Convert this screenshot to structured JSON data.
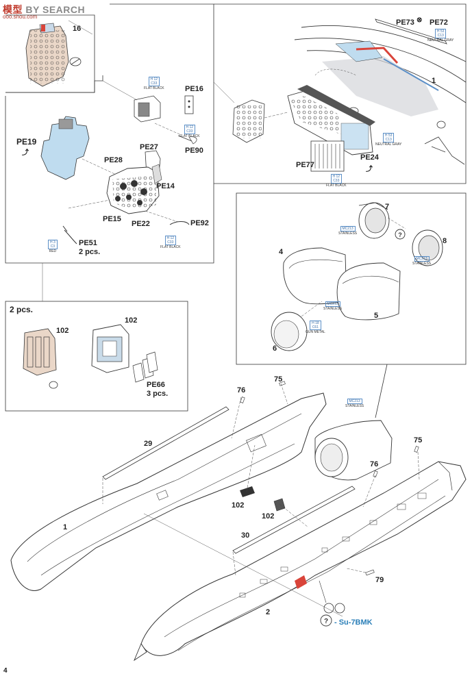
{
  "watermark": {
    "cn": "模型",
    "en": "BY SEARCH",
    "url": "ooo.shou.com"
  },
  "page_number": "4",
  "colors": {
    "photo_etch_blue": "#bfdcef",
    "highlight_red": "#d9443a",
    "paint_code_blue": "#3a6ea8",
    "gray_shade": "#d4d6da"
  },
  "labels": {
    "p16": "16",
    "pe73": "PE73",
    "pe72": "PE72",
    "p1_top": "1",
    "pe16": "PE16",
    "pe19": "PE19",
    "pe90": "PE90",
    "pe27": "PE27",
    "pe28": "PE28",
    "pe14": "PE14",
    "pe15": "PE15",
    "pe22": "PE22",
    "pe92": "PE92",
    "pe51": "PE51",
    "pe51_qty": "2 pcs.",
    "pe77": "PE77",
    "pe24": "PE24",
    "p7": "7",
    "p8": "8",
    "p4": "4",
    "p5": "5",
    "p6": "6",
    "two_pcs": "2 pcs.",
    "p102_a": "102",
    "p102_b": "102",
    "pe66": "PE66",
    "pe66_qty": "3 pcs.",
    "p75_a": "75",
    "p76_a": "76",
    "p29": "29",
    "p75_b": "75",
    "p76_b": "76",
    "p102_c": "102",
    "p102_d": "102",
    "p1_bottom": "1",
    "p30": "30",
    "p79": "79",
    "p2": "2"
  },
  "variant_note": "- Su-7BMK",
  "paint_callouts": [
    {
      "code": "H 12\nC33",
      "desc": "FLAT BLACK"
    },
    {
      "code": "H 12\nC33",
      "desc": "FLAT BLACK"
    },
    {
      "code": "H 12\nC33",
      "desc": "FLAT BLACK"
    },
    {
      "code": "H 12\nC33",
      "desc": "FLAT BLACK"
    },
    {
      "code": "H 3\nC3",
      "desc": "RED"
    },
    {
      "code": "H 53\nC13",
      "desc": "NEUTRAL GRAY"
    },
    {
      "code": "H 53\nC13",
      "desc": "NEUTRAL GRAY"
    },
    {
      "code": "MC213",
      "desc": "STAINLESS"
    },
    {
      "code": "MC213",
      "desc": "STAINLESS"
    },
    {
      "code": "MC213",
      "desc": "STAINLESS"
    },
    {
      "code": "H 18\nC61",
      "desc": "GUN METAL"
    },
    {
      "code": "MC213",
      "desc": "STAINLESS"
    }
  ]
}
